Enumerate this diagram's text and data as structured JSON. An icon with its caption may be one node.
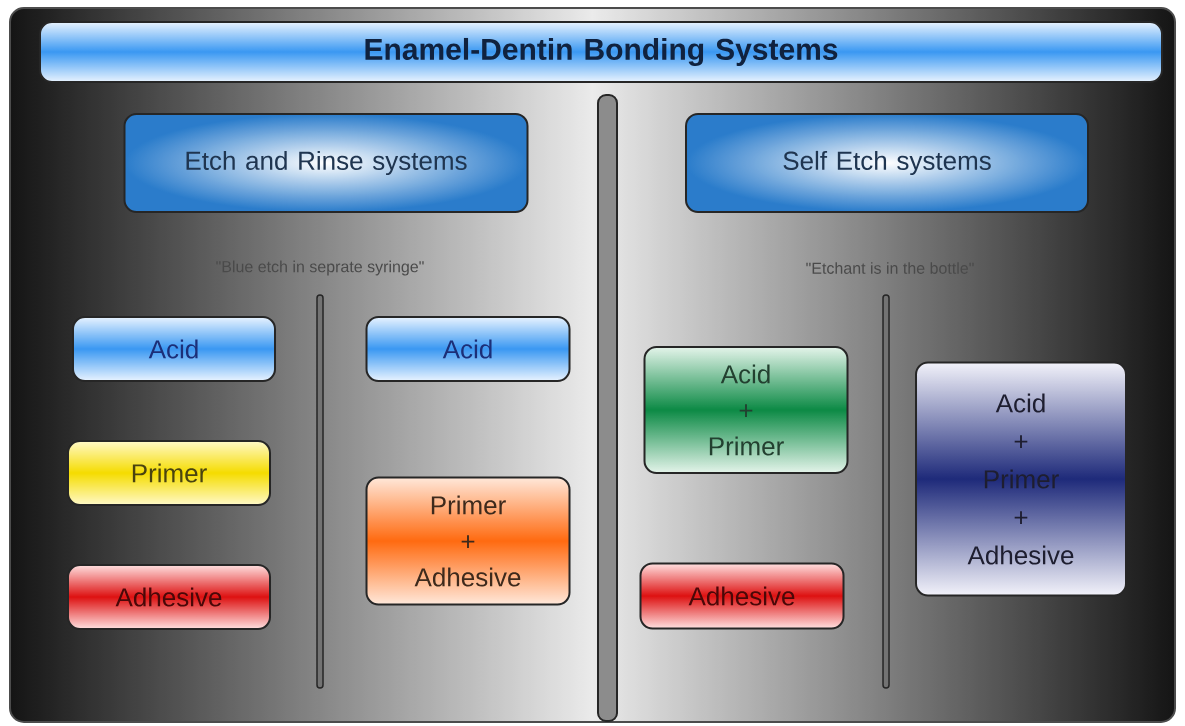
{
  "diagram": {
    "nodes": [
      {
        "text": [
          "Enamel-Dentin Bonding Systems"
        ]
      },
      {
        "text": [
          "Etch and Rinse systems"
        ],
        "beside": [
          "\"Blue etch in seprate syringe\""
        ]
      },
      {
        "text": [
          "Self Etch systems"
        ],
        "beside": [
          "\"Etchant is in the bottle\""
        ]
      },
      {
        "text": [
          "Acid"
        ]
      },
      {
        "text": [
          "Primer"
        ]
      },
      {
        "text": [
          "Adhesive"
        ]
      },
      {
        "text": [
          "Acid"
        ]
      },
      {
        "text": [
          "Primer + Adhesive"
        ]
      },
      {
        "text": [
          "Acid + Primer"
        ]
      },
      {
        "text": [
          "Adhesive"
        ]
      },
      {
        "text": [
          "Acid + Primer + Adhesive"
        ]
      }
    ]
  }
}
